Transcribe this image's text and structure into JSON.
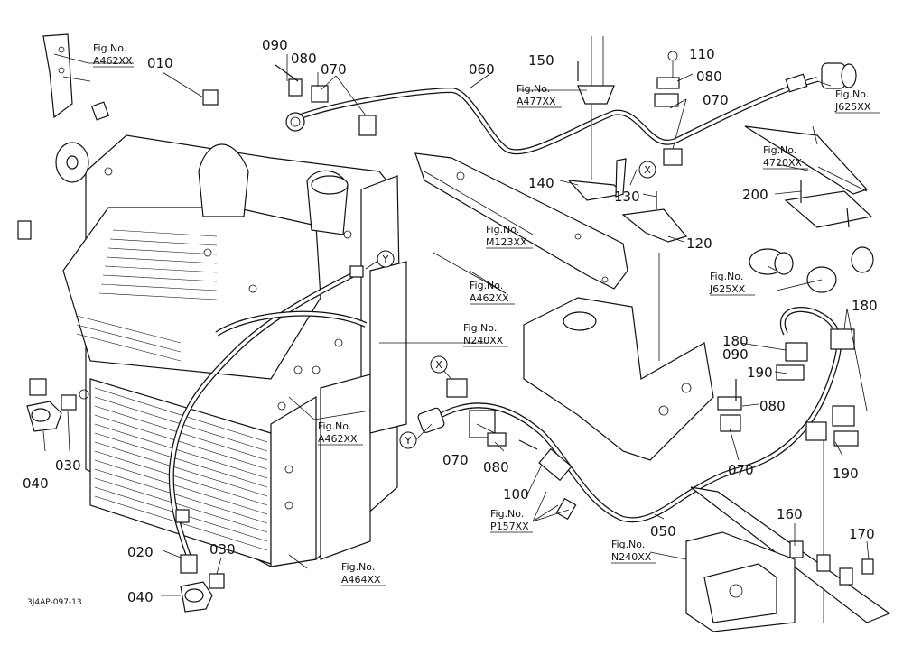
{
  "diagram_code": "3J4AP-097-13",
  "callouts": {
    "010": "010",
    "020": "020",
    "030a": "030",
    "030b": "030",
    "040a": "040",
    "040b": "040",
    "050": "050",
    "060": "060",
    "070a": "070",
    "070b": "070",
    "070c": "070",
    "070d": "070",
    "080a": "080",
    "080b": "080",
    "080c": "080",
    "080d": "080",
    "090a": "090",
    "090b": "090",
    "100": "100",
    "110": "110",
    "120": "120",
    "130": "130",
    "140": "140",
    "150": "150",
    "160": "160",
    "170": "170",
    "180a": "180",
    "180b": "180",
    "190a": "190",
    "190b": "190",
    "200": "200"
  },
  "fig_refs": {
    "a462_top": [
      "Fig.No.",
      "A462XX"
    ],
    "a477": [
      "Fig.No.",
      "A477XX"
    ],
    "j625_top": [
      "Fig.No.",
      "J625XX"
    ],
    "m123": [
      "Fig.No.",
      "M123XX"
    ],
    "a462_mid": [
      "Fig.No.",
      "A462XX"
    ],
    "n240_mid": [
      "Fig.No.",
      "N240XX"
    ],
    "a462_low": [
      "Fig.No.",
      "A462XX"
    ],
    "a472": [
      "Fig.No.",
      "4720XX"
    ],
    "j625_mid": [
      "Fig.No.",
      "J625XX"
    ],
    "p157": [
      "Fig.No.",
      "P157XX"
    ],
    "n240_low": [
      "Fig.No.",
      "N240XX"
    ],
    "a464": [
      "Fig.No.",
      "A464XX"
    ]
  },
  "markers": {
    "x1": "X",
    "x2": "X",
    "y1": "Y",
    "y2": "Y"
  }
}
